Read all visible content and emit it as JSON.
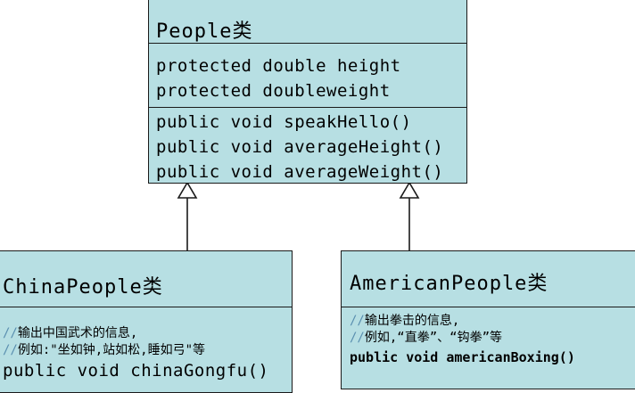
{
  "people": {
    "name": "People类",
    "attributes": [
      "protected double height",
      "protected doubleweight"
    ],
    "methods": [
      "public void speakHello()",
      "public void averageHeight()",
      "public void averageWeight()"
    ]
  },
  "china": {
    "name": "ChinaPeople类",
    "comment_prefix": "//",
    "comments": [
      "输出中国武术的信息,",
      "例如:\"坐如钟,站如松,睡如弓\"等"
    ],
    "methods": [
      "public void chinaGongfu()"
    ]
  },
  "american": {
    "name": "AmericanPeople类",
    "comment_prefix": "//",
    "comments": [
      "输出拳击的信息,",
      "例如,“直拳”、“钩拳”等"
    ],
    "methods": [
      "public void americanBoxing()"
    ]
  },
  "colors": {
    "fill": "#b7dfe3",
    "stroke": "#1a1a1a",
    "comment_slash": "#5a8fb0"
  }
}
